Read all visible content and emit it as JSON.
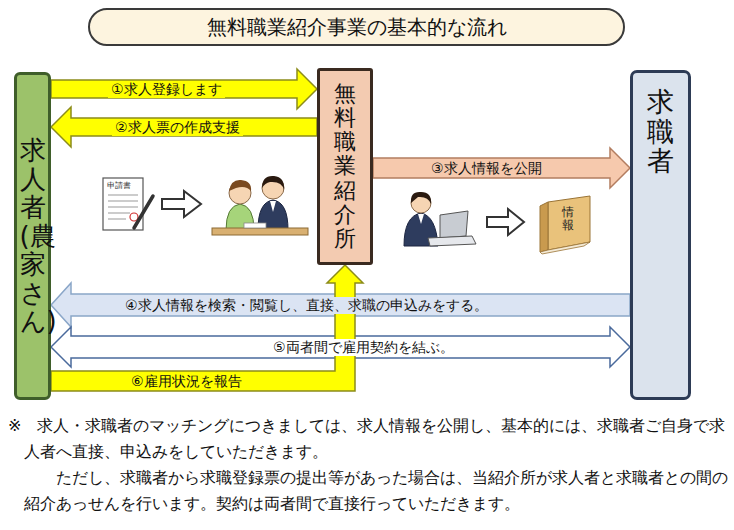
{
  "diagram": {
    "title": "無料職業紹介事業の基本的な流れ",
    "nodes": [
      {
        "text": [
          "求人者(農家さん)"
        ]
      },
      {
        "text": [
          "無料職業紹介所"
        ]
      },
      {
        "text": [
          "求職者"
        ]
      }
    ],
    "edges": [
      {
        "from": 0,
        "to": 1,
        "label": "①求人登録します",
        "arrow": "to"
      },
      {
        "from": 1,
        "to": 0,
        "label": "②求人票の作成支援",
        "arrow": "to"
      },
      {
        "from": 1,
        "to": 2,
        "label": "③求人情報を公開",
        "arrow": "to"
      },
      {
        "from": 2,
        "to": 0,
        "label": "④求人情報を検索・閲覧し、直接、求職の申込みをする。",
        "arrow": "to"
      },
      {
        "from": 0,
        "to": 2,
        "label": "⑤両者間で雇用契約を結ぶ。",
        "arrow": "both"
      },
      {
        "from": 0,
        "to": 1,
        "label": "⑥雇用状況を報告",
        "arrow": "to"
      }
    ],
    "labels": [
      "申請書",
      "情報",
      "※　求人・求職者のマッチングにつきましては、求人情報を公開し、基本的には、求職者ご自身で求人者へ直接、申込みをしていただきます。",
      "ただし、求職者から求職登録票の提出等があった場合は、当紹介所が求人者と求職者との間の紹介あっせんを行います。契約は両者間で直接行っていただきます。"
    ]
  }
}
